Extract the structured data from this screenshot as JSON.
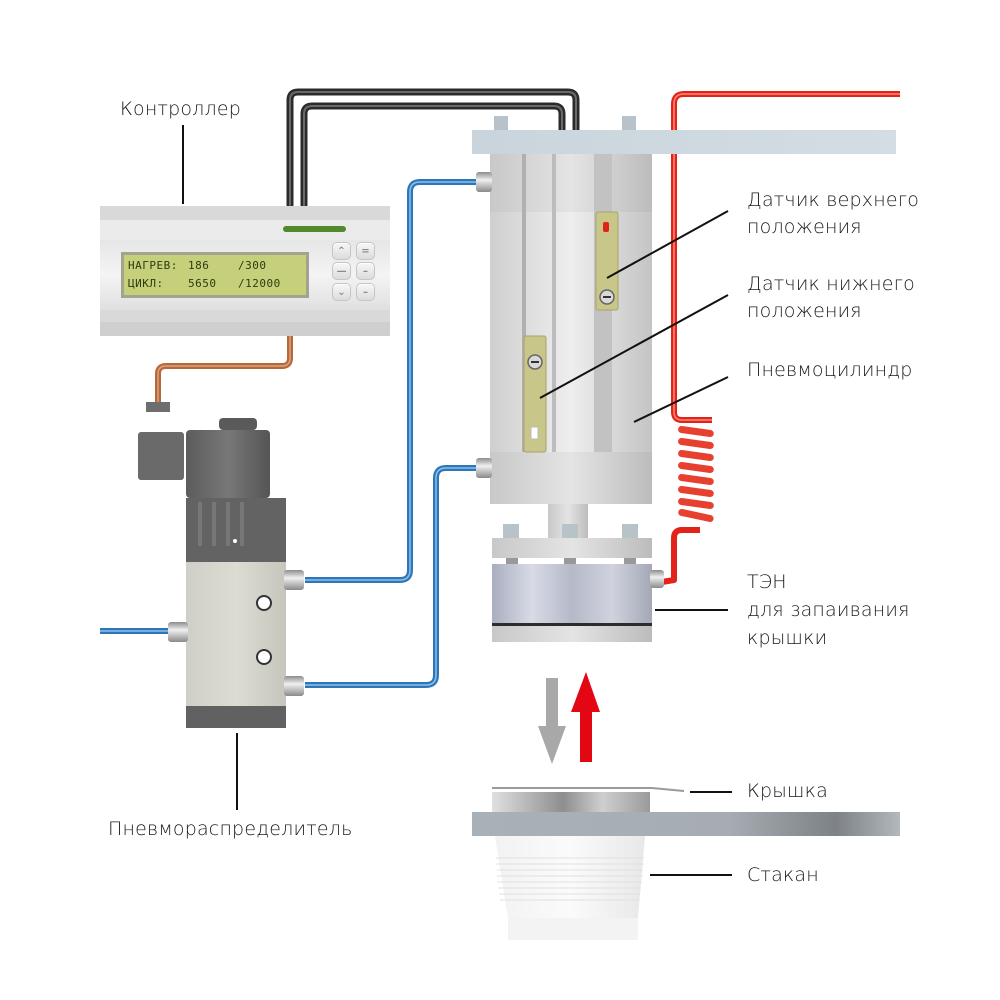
{
  "labels": {
    "controller": "Контроллер",
    "upper_sensor_line1": "Датчик верхнего",
    "upper_sensor_line2": "положения",
    "lower_sensor_line1": "Датчик нижнего",
    "lower_sensor_line2": "положения",
    "cylinder": "Пневмоцилиндр",
    "heater_line1": "ТЭН",
    "heater_line2": "для запаивания",
    "heater_line3": "крышки",
    "lid": "Крышка",
    "cup": "Стакан",
    "valve": "Пневмораспределитель"
  },
  "controller_display": {
    "row1_label": "НАГРЕВ:",
    "row1_value": "186",
    "row1_limit": "/300",
    "row2_label": "ЦИКЛ:",
    "row2_value": "5650",
    "row2_limit": "/12000"
  },
  "controller_buttons": [
    {
      "name": "up",
      "glyph": "⌃"
    },
    {
      "name": "equal",
      "glyph": "="
    },
    {
      "name": "minus-left",
      "glyph": "—"
    },
    {
      "name": "minus-mid",
      "glyph": "–"
    },
    {
      "name": "down",
      "glyph": "⌄"
    },
    {
      "name": "minus-right",
      "glyph": "–"
    }
  ],
  "colors": {
    "air_line": "#2f76b8",
    "signal_cable": "#2b2b2b",
    "heater_cable": "#e2231a",
    "valve_cable": "#b5683a",
    "arrow_down": "#a8a8a8",
    "arrow_up": "#e30613",
    "lcd_bg": "#c6d07a",
    "sensor_body": "#c9c68a"
  },
  "motion_arrows": {
    "down": "arrow-down-icon",
    "up": "arrow-up-icon"
  }
}
